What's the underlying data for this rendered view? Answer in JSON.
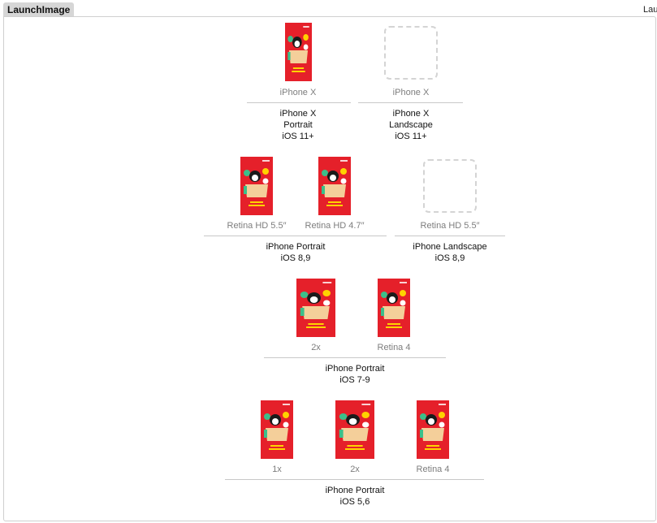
{
  "header": {
    "title": "LaunchImage",
    "corner_label": "Lau"
  },
  "colors": {
    "thumb_red": "#e5202a",
    "box_tan": "#f4cf9a",
    "accent_yellow": "#ffd200",
    "accent_green": "#3bbf8a"
  },
  "sections": [
    {
      "slots": [
        {
          "label": "iPhone X",
          "filled": true
        },
        {
          "label": "iPhone X",
          "filled": false
        }
      ],
      "groups": [
        {
          "lines": [
            "iPhone X",
            "Portrait",
            "iOS 11+"
          ]
        },
        {
          "lines": [
            "iPhone X",
            "Landscape",
            "iOS 11+"
          ]
        }
      ]
    },
    {
      "slots": [
        {
          "label": "Retina HD 5.5″",
          "filled": true
        },
        {
          "label": "Retina HD 4.7″",
          "filled": true
        },
        {
          "label": "Retina HD 5.5″",
          "filled": false
        }
      ],
      "groups": [
        {
          "lines": [
            "iPhone Portrait",
            "iOS 8,9"
          ]
        },
        {
          "lines": [
            "iPhone Landscape",
            "iOS 8,9"
          ]
        }
      ]
    },
    {
      "slots": [
        {
          "label": "2x",
          "filled": true
        },
        {
          "label": "Retina 4",
          "filled": true
        }
      ],
      "groups": [
        {
          "lines": [
            "iPhone Portrait",
            "iOS 7-9"
          ]
        }
      ]
    },
    {
      "slots": [
        {
          "label": "1x",
          "filled": true
        },
        {
          "label": "2x",
          "filled": true
        },
        {
          "label": "Retina 4",
          "filled": true
        }
      ],
      "groups": [
        {
          "lines": [
            "iPhone Portrait",
            "iOS 5,6"
          ]
        }
      ]
    }
  ]
}
